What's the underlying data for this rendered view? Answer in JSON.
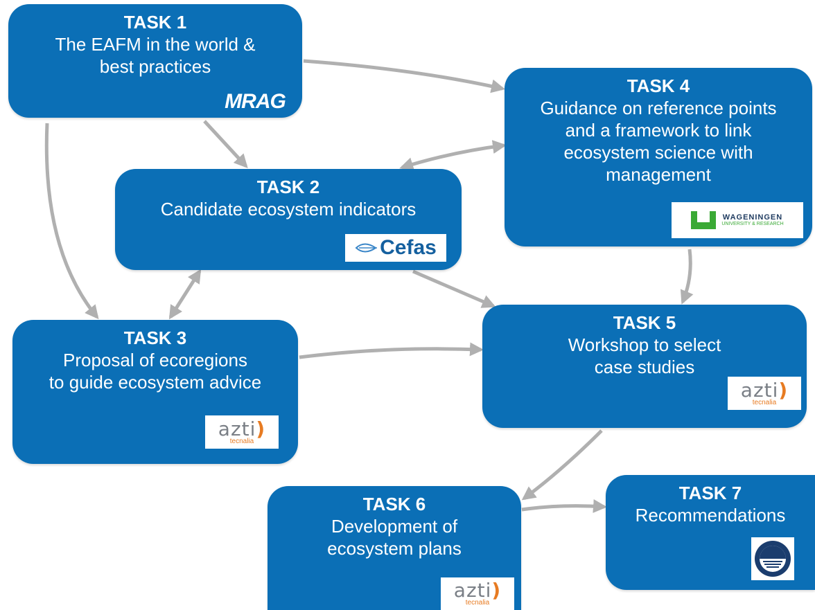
{
  "tasks": [
    {
      "id": 1,
      "head": "TASK 1",
      "lines": [
        "The EAFM in the world &",
        "best practices"
      ],
      "logo": "mrag-logo"
    },
    {
      "id": 2,
      "head": "TASK 2",
      "lines": [
        "Candidate ecosystem indicators"
      ],
      "logo": "cefas-logo"
    },
    {
      "id": 3,
      "head": "TASK 3",
      "lines": [
        "Proposal of ecoregions",
        "to guide ecosystem advice"
      ],
      "logo": "azti-tecnalia-logo"
    },
    {
      "id": 4,
      "head": "TASK 4",
      "lines": [
        "Guidance on reference points",
        "and a framework to link",
        "ecosystem science with",
        "management"
      ],
      "logo": "wageningen-logo"
    },
    {
      "id": 5,
      "head": "TASK 5",
      "lines": [
        "Workshop to select",
        "case studies"
      ],
      "logo": "azti-tecnalia-logo"
    },
    {
      "id": 6,
      "head": "TASK 6",
      "lines": [
        "Development of",
        "ecosystem plans"
      ],
      "logo": "azti-tecnalia-logo"
    },
    {
      "id": 7,
      "head": "TASK 7",
      "lines": [
        "Recommendations"
      ],
      "logo": "ieo-seal-logo"
    }
  ],
  "logos": {
    "mrag": "MRAG",
    "cefas": "Cefas",
    "wageningen": {
      "name": "WAGENINGEN",
      "sub": "UNIVERSITY & RESEARCH"
    },
    "azti": {
      "name": "azti",
      "sub": "tecnalia"
    }
  },
  "edges": [
    {
      "from": 1,
      "to": 4,
      "bidirectional": false
    },
    {
      "from": 1,
      "to": 2,
      "bidirectional": false
    },
    {
      "from": 1,
      "to": 3,
      "bidirectional": false
    },
    {
      "from": 2,
      "to": 4,
      "bidirectional": true
    },
    {
      "from": 2,
      "to": 3,
      "bidirectional": true
    },
    {
      "from": 2,
      "to": 5,
      "bidirectional": false
    },
    {
      "from": 4,
      "to": 5,
      "bidirectional": false
    },
    {
      "from": 3,
      "to": 5,
      "bidirectional": false
    },
    {
      "from": 5,
      "to": 6,
      "bidirectional": false
    },
    {
      "from": 6,
      "to": 7,
      "bidirectional": false
    }
  ],
  "colors": {
    "box": "#0b6fb6",
    "arrow": "#b0b0b0",
    "text": "#ffffff"
  }
}
